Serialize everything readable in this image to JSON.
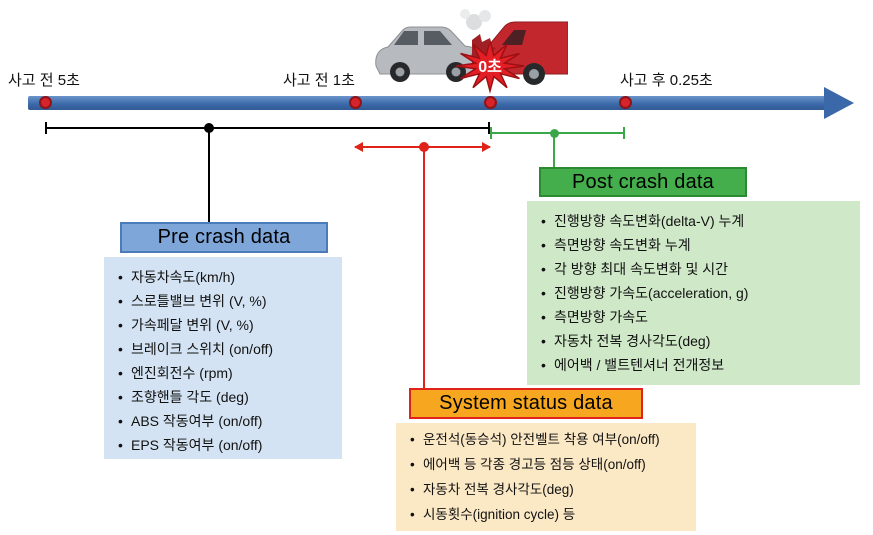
{
  "timeline": {
    "labels": {
      "pre5": "사고 전 5초",
      "pre1": "사고 전 1초",
      "zero": "0초",
      "post025": "사고 후 0.25초"
    }
  },
  "boxes": {
    "pre": {
      "title": "Pre crash data",
      "items": [
        "자동차속도(km/h)",
        "스로틀밸브 변위 (V, %)",
        "가속페달 변위 (V, %)",
        "브레이크 스위치 (on/off)",
        "엔진회전수 (rpm)",
        "조향핸들 각도 (deg)",
        "ABS 작동여부 (on/off)",
        "EPS 작동여부 (on/off)"
      ]
    },
    "post": {
      "title": "Post crash data",
      "items": [
        "진행방향 속도변화(delta-V) 누계",
        "측면방향 속도변화 누계",
        "각 방향 최대 속도변화 및 시간",
        "진행방향 가속도(acceleration, g)",
        "측면방향 가속도",
        "자동차 전복 경사각도(deg)",
        "에어백 / 밸트텐셔너 전개정보"
      ]
    },
    "system": {
      "title": "System status data",
      "items": [
        "운전석(동승석) 안전벨트 착용 여부(on/off)",
        "에어백 등 각종 경고등 점등 상태(on/off)",
        "자동차 전복 경사각도(deg)",
        "시동횟수(ignition cycle) 등"
      ]
    }
  },
  "colors": {
    "timeline_blue": "#3a68a8",
    "marker_red": "#d7232a",
    "pre_header_bg": "#7ea6d8",
    "pre_body_bg": "#d4e3f3",
    "post_header_bg": "#43ae4b",
    "post_body_bg": "#cfe9c8",
    "system_header_bg": "#f6a71f",
    "system_border": "#e02318",
    "system_body_bg": "#fbe8c5",
    "bracket_black": "#000000",
    "bracket_red": "#e02318",
    "bracket_green": "#3aa748"
  }
}
